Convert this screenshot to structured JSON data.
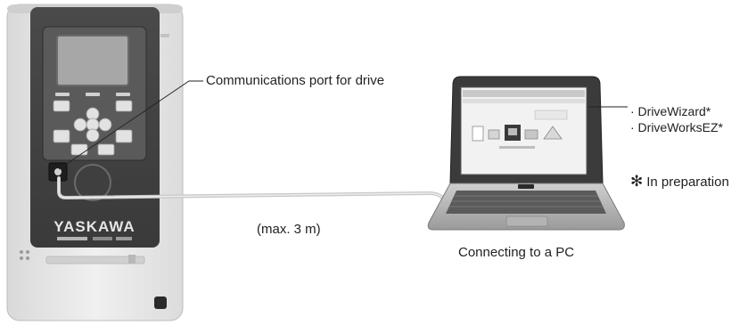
{
  "labels": {
    "port": "Communications port for drive",
    "software_1": "· DriveWizard*",
    "software_2": "· DriveWorksEZ*",
    "note_symbol": "✻",
    "note_text": "In preparation",
    "cable_length": "(max. 3 m)",
    "pc_caption": "Connecting to a PC"
  },
  "drive": {
    "brand": "YASKAWA"
  }
}
